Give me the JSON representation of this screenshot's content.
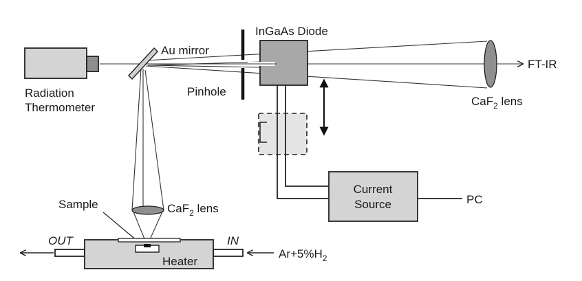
{
  "colors": {
    "component_fill": "#d4d4d4",
    "dashed_fill": "#e4e4e4",
    "diode_fill": "#a8a8a8",
    "lens_fill": "#8f8f8f",
    "stroke": "#222222",
    "background": "#ffffff"
  },
  "labels": {
    "ingaas_diode": "InGaAs Diode",
    "au_mirror": "Au mirror",
    "ftir": "FT-IR",
    "radiation": "Radiation",
    "thermometer": "Thermometer",
    "pinhole": "Pinhole",
    "caf2_prefix": "CaF",
    "caf2_sub": "2",
    "caf2_suffix": " lens",
    "sample": "Sample",
    "current": "Current",
    "source": "Source",
    "pc": "PC",
    "out": "OUT",
    "in": "IN",
    "heater": "Heater",
    "gas_prefix": "Ar+5%H",
    "gas_sub": "2"
  }
}
